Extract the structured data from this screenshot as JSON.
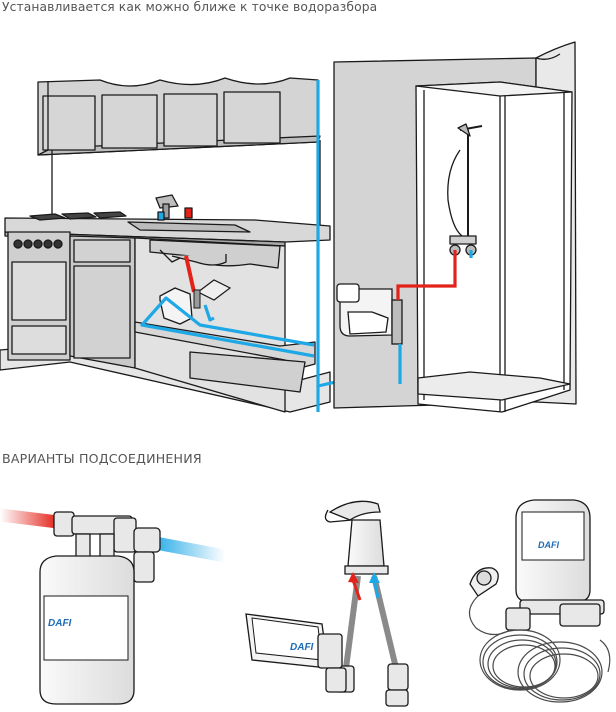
{
  "captions": {
    "top": "Устанавливается как можно ближе к точке водоразбора",
    "variants_heading": "ВАРИАНТЫ ПОДСОЕДИНЕНИЯ"
  },
  "brand": "DAFI",
  "colors": {
    "cold_water": "#1ea8e6",
    "hot_water": "#e32219",
    "line": "#1a1a1a",
    "furniture_fill": "#d4d4d4",
    "heater_fill": "#f2f2f2"
  },
  "illustrations": {
    "scene": "kitchen-and-shower-installation",
    "variants": [
      "inline-tee-connection",
      "under-sink-faucet-connection",
      "shower-spiral-hose-connection"
    ]
  }
}
